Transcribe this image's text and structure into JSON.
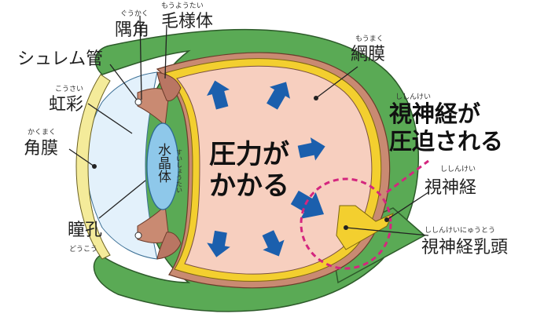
{
  "labels": {
    "sumikaku": {
      "text": "隅角",
      "ruby": "ぐうかく"
    },
    "moyoutai": {
      "text": "毛様体",
      "ruby": "もうようたい"
    },
    "schlemm": {
      "text": "シュレム管"
    },
    "kousai": {
      "text": "虹彩",
      "ruby": "こうさい"
    },
    "kakumaku": {
      "text": "角膜",
      "ruby": "かくまく"
    },
    "doukou": {
      "text": "瞳孔",
      "ruby": "どうこう"
    },
    "suishoutai": {
      "text": "水晶体",
      "ruby": "すいしょうたい"
    },
    "moumaku": {
      "text": "網膜",
      "ruby": "もうまく"
    },
    "shinkei_compressed": {
      "line1": "視神経が",
      "line2": "圧迫される",
      "ruby": "ししんけい"
    },
    "shishinkei": {
      "text": "視神経",
      "ruby": "ししんけい"
    },
    "nyuutou": {
      "text": "視神経乳頭",
      "ruby": "ししんけいにゅうとう"
    },
    "pressure": {
      "line1": "圧力が",
      "line2": "かかる"
    }
  },
  "colors": {
    "sclera": "#5aaa55",
    "choroid": "#c98a72",
    "retina": "#f3cf2f",
    "vitreous": "#f7cfbf",
    "aqueous": "#e3f1fb",
    "lens": "#8ec8ea",
    "arrow": "#1b5fad",
    "highlight": "#d4267e"
  }
}
